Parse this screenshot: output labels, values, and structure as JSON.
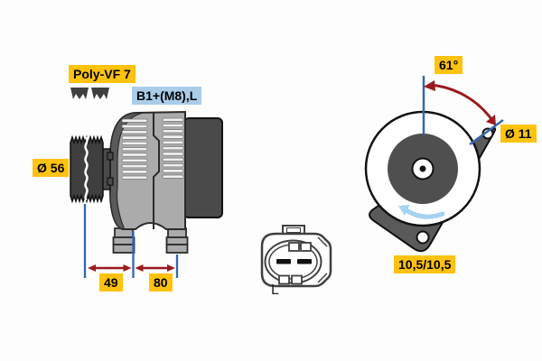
{
  "labels": {
    "belt_type": "Poly-VF 7",
    "terminal": "B1+(M8),L",
    "pulley_diameter": "Ø 56",
    "dim_left": "49",
    "dim_right": "80",
    "mounting_angle": "61°",
    "mounting_hole_diameter": "Ø 11",
    "mounting_arm_thickness": "10,5/10,5",
    "connector_terminal": "L"
  },
  "icons": {
    "belt_profile": "poly-v-belt-profile-icon",
    "rotation_direction": "counterclockwise-rotation-arrow-icon",
    "angle_arc": "angle-dimension-arc-arrow-icon",
    "dimension_arrow": "double-headed-dimension-arrow-icon"
  },
  "colors": {
    "highlight_yellow": "#FFC20E",
    "highlight_blue": "#A9CDE9",
    "dimension_red": "#9A1B1E",
    "reference_blue": "#3566B0",
    "rotation_arrow_blue": "#A5D2F0",
    "body_gray": "#ABABAB",
    "dark_gray": "#4A4A4A",
    "background": "#FDFDFD"
  }
}
